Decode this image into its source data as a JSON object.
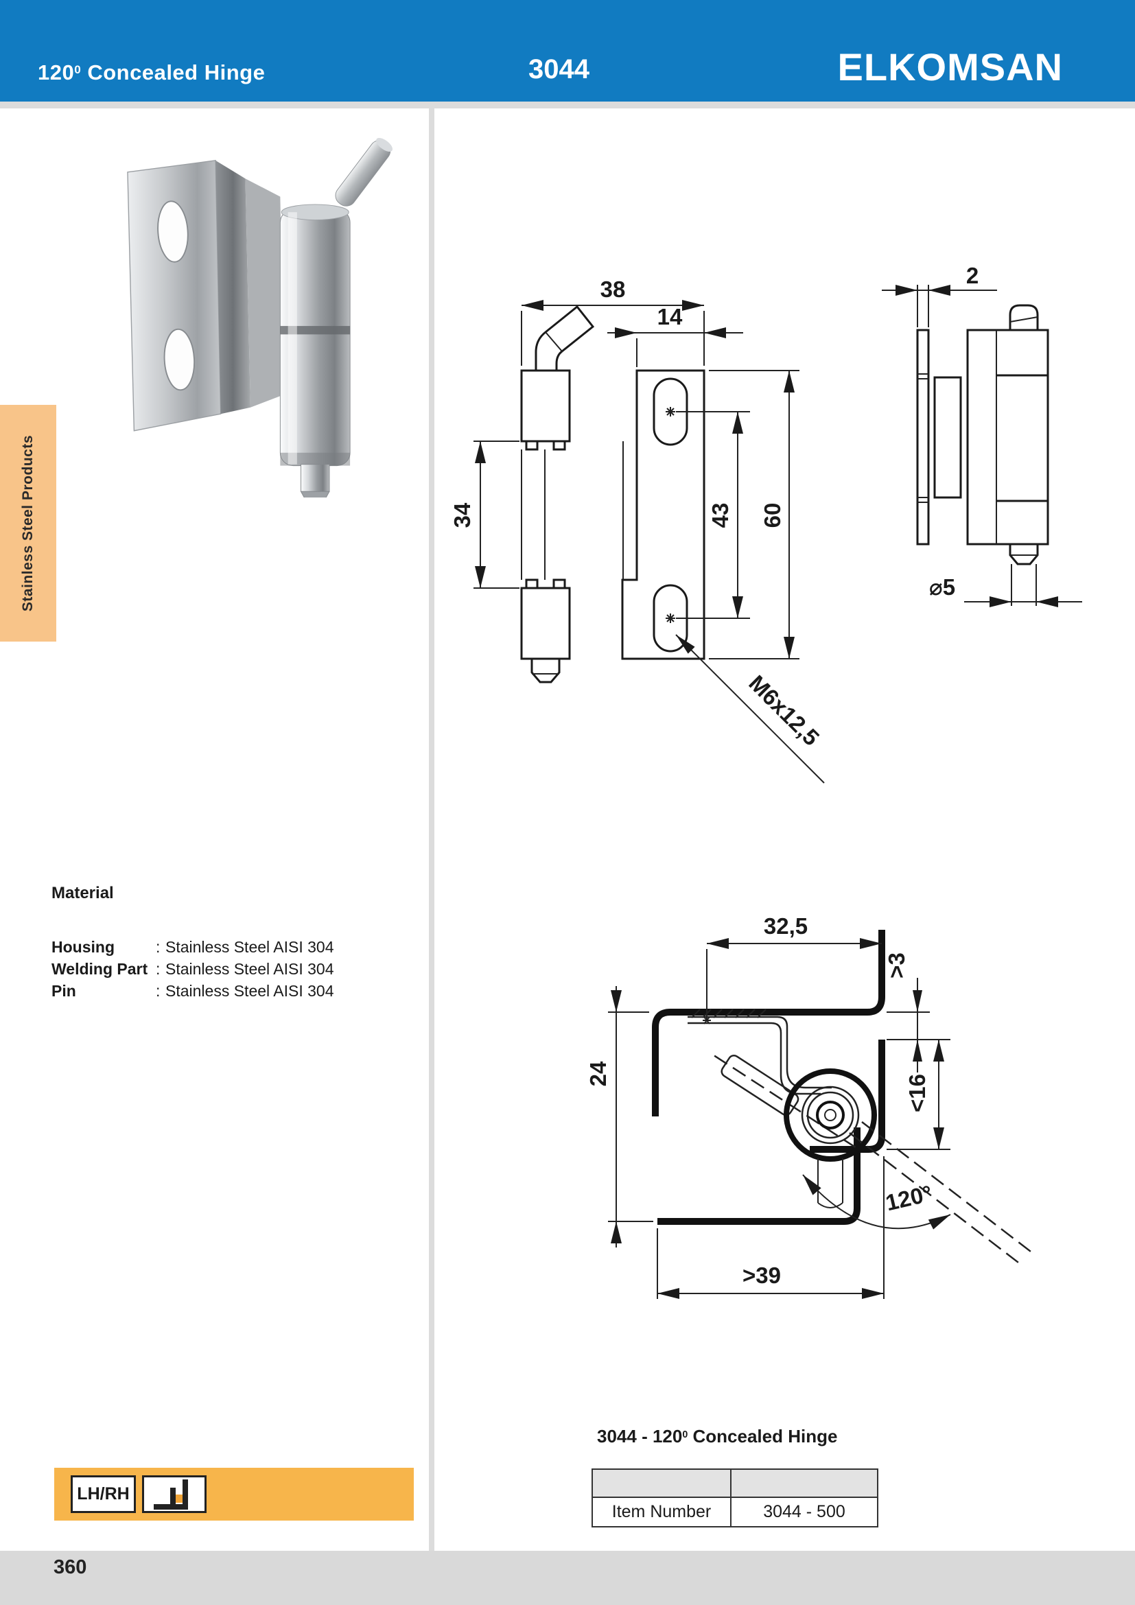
{
  "colors": {
    "header_blue": "#117BC1",
    "tab_orange": "#F8C489",
    "badge_orange": "#F7B54B",
    "footer_gray": "#D9D9D9"
  },
  "header": {
    "title_prefix": "120",
    "title_sup": "0",
    "title_suffix": " Concealed Hinge",
    "item_code": "3044",
    "brand": "ELKOMSAN"
  },
  "side_tab": {
    "label": "Stainless Steel Products"
  },
  "materials": {
    "heading": "Material",
    "colon": ":",
    "rows": [
      {
        "label": "Housing",
        "value": "Stainless Steel AISI 304"
      },
      {
        "label": "Welding Part",
        "value": "Stainless Steel AISI 304"
      },
      {
        "label": "Pin",
        "value": "Stainless Steel AISI 304"
      }
    ]
  },
  "front_view": {
    "dim_width": "38",
    "dim_offset": "14",
    "dim_body": "34",
    "dim_slot_spacing": "43",
    "dim_total_height": "60",
    "thread_note": "M6x12,5"
  },
  "side_view": {
    "dim_thickness": "2",
    "dim_pin_diameter": "⌀5"
  },
  "section_view": {
    "dim_depth": "32,5",
    "dim_gap": ">3",
    "dim_height": "24",
    "dim_edge": "<16",
    "dim_angle": "120°",
    "dim_min_width": ">39"
  },
  "caption": {
    "prefix": "3044 - 120",
    "sup": "0",
    "suffix": " Concealed Hinge"
  },
  "spec_table": {
    "rows": [
      {
        "label": "Item Number",
        "value": "3044 - 500"
      }
    ]
  },
  "badge": {
    "label": "LH/RH"
  },
  "footer": {
    "page_number": "360"
  }
}
